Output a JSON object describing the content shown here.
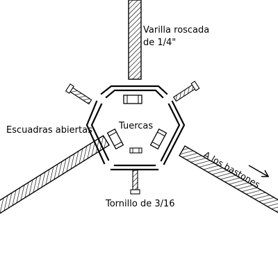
{
  "labels": {
    "rod_line1": "Varilla roscada",
    "rod_line2": "de 1/4\"",
    "brackets": "Escuadras abiertas",
    "nuts": "Tuercas",
    "screw": "Tornillo de 3/16",
    "poles": "A los bastones"
  },
  "colors": {
    "ink": "#000000",
    "background": "#ffffff"
  },
  "icons": {
    "direction_arrow": "arrow-right-down-icon"
  }
}
